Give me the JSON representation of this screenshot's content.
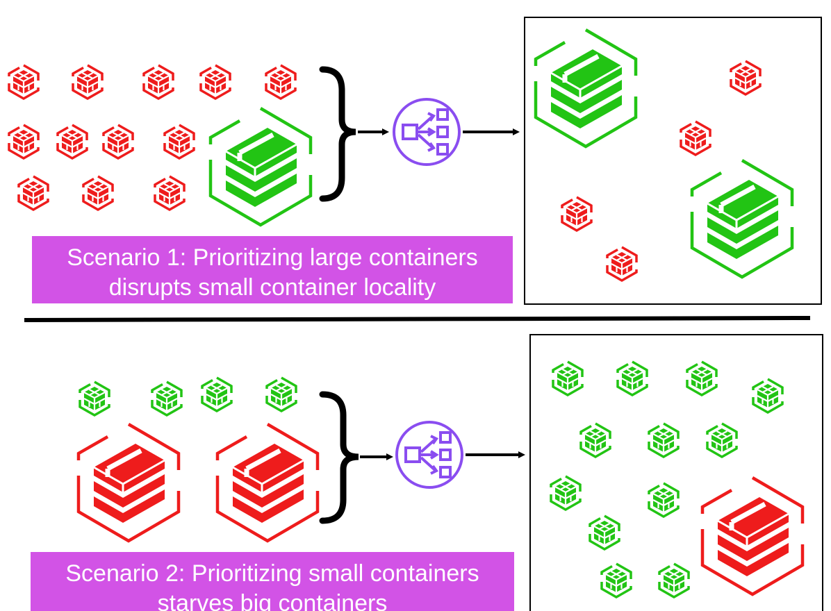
{
  "scenarios": [
    {
      "caption_line1": "Scenario 1: Prioritizing large containers",
      "caption_line2": "disrupts small container locality",
      "small_container_color": "#ee1c1c",
      "large_container_color": "#22c414"
    },
    {
      "caption_line1": "Scenario 2: Prioritizing small containers",
      "caption_line2": "starves big containers",
      "small_container_color": "#22c414",
      "large_container_color": "#ee1c1c"
    }
  ],
  "colors": {
    "caption_background": "#d253e6",
    "caption_text": "#ffffff",
    "scheduler_icon": "#8a4df0",
    "arrow": "#000000",
    "brace": "#000000",
    "divider": "#000000",
    "cluster_border": "#000000"
  },
  "icons": {
    "small_container": "small-container-icon",
    "large_container": "large-container-icon",
    "scheduler": "scheduler-icon"
  }
}
